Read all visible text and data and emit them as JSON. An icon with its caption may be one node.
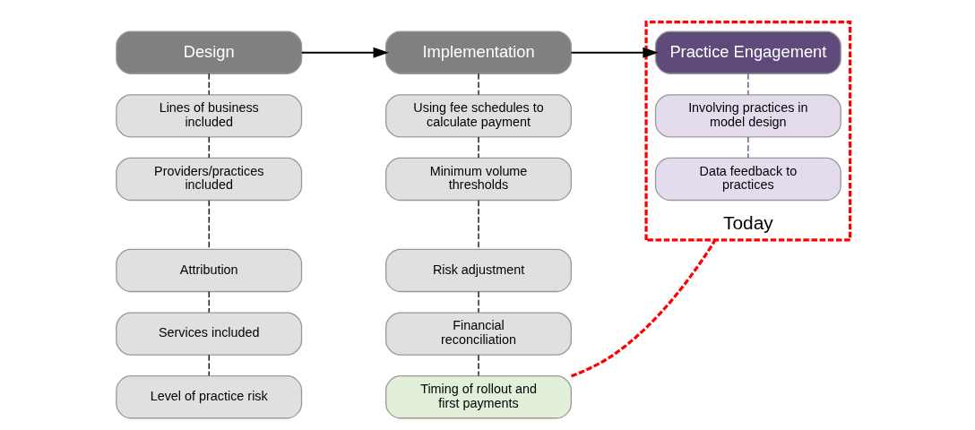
{
  "diagram": {
    "nodes": [
      {
        "text": [
          "Design"
        ]
      },
      {
        "text": [
          "Lines of business included"
        ]
      },
      {
        "text": [
          "Providers/practices included"
        ]
      },
      {
        "text": [
          "Attribution"
        ]
      },
      {
        "text": [
          "Services included"
        ]
      },
      {
        "text": [
          "Level of practice risk"
        ]
      },
      {
        "text": [
          "Implementation"
        ]
      },
      {
        "text": [
          "Using fee schedules to calculate payment"
        ]
      },
      {
        "text": [
          "Minimum volume thresholds"
        ]
      },
      {
        "text": [
          "Risk adjustment"
        ]
      },
      {
        "text": [
          "Financial reconciliation"
        ]
      },
      {
        "text": [
          "Timing of rollout and first payments"
        ]
      },
      {
        "text": [
          "Today"
        ]
      },
      {
        "text": [
          "Practice Engagement"
        ],
        "in": 12
      },
      {
        "text": [
          "Involving practices in model design"
        ],
        "in": 12
      },
      {
        "text": [
          "Data feedback to practices"
        ],
        "in": 12
      }
    ],
    "edges": [
      {
        "from": 0,
        "to": 6,
        "arrow": "to"
      },
      {
        "from": 6,
        "to": 13,
        "arrow": "to"
      },
      {
        "from": 0,
        "to": 1,
        "arrow": "none",
        "style": "dashed"
      },
      {
        "from": 1,
        "to": 2,
        "arrow": "none",
        "style": "dashed"
      },
      {
        "from": 2,
        "to": 3,
        "arrow": "none",
        "style": "dashed"
      },
      {
        "from": 3,
        "to": 4,
        "arrow": "none",
        "style": "dashed"
      },
      {
        "from": 4,
        "to": 5,
        "arrow": "none",
        "style": "dashed"
      },
      {
        "from": 6,
        "to": 7,
        "arrow": "none",
        "style": "dashed"
      },
      {
        "from": 7,
        "to": 8,
        "arrow": "none",
        "style": "dashed"
      },
      {
        "from": 8,
        "to": 9,
        "arrow": "none",
        "style": "dashed"
      },
      {
        "from": 9,
        "to": 10,
        "arrow": "none",
        "style": "dashed"
      },
      {
        "from": 10,
        "to": 11,
        "arrow": "none",
        "style": "dashed"
      },
      {
        "from": 13,
        "to": 14,
        "arrow": "none",
        "style": "dashed",
        "color": "#604a7b"
      },
      {
        "from": 14,
        "to": 15,
        "arrow": "none",
        "style": "dashed",
        "color": "#604a7b"
      },
      {
        "from": 11,
        "to": 12,
        "arrow": "none",
        "style": "dashed",
        "color": "#ff0000"
      }
    ]
  }
}
